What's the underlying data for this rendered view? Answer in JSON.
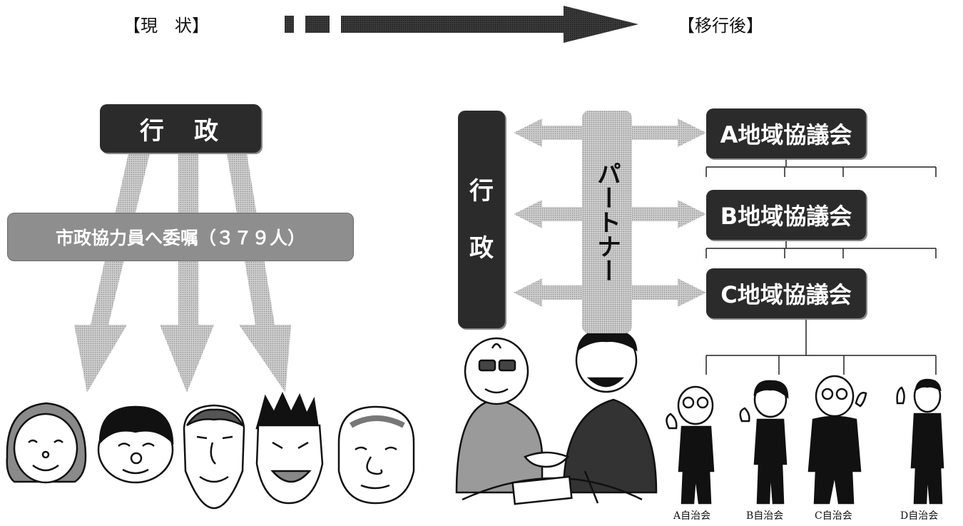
{
  "header": {
    "current_label": "【現　状】",
    "after_label": "【移行後】"
  },
  "left": {
    "gov_label": "行　政",
    "commission_label": "市政協力員へ委嘱（３７９人）"
  },
  "right": {
    "gov_label": "行\n政",
    "partner_label": "パートナー",
    "councils": [
      "A地域協議会",
      "B地域協議会",
      "C地域協議会"
    ],
    "associations": [
      "A自治会",
      "B自治会",
      "C自治会",
      "D自治会"
    ]
  },
  "colors": {
    "dark_box": "#2b2b2b",
    "gray_box": "#8e8e8e",
    "arrow_fill": "#bdbdbd"
  }
}
